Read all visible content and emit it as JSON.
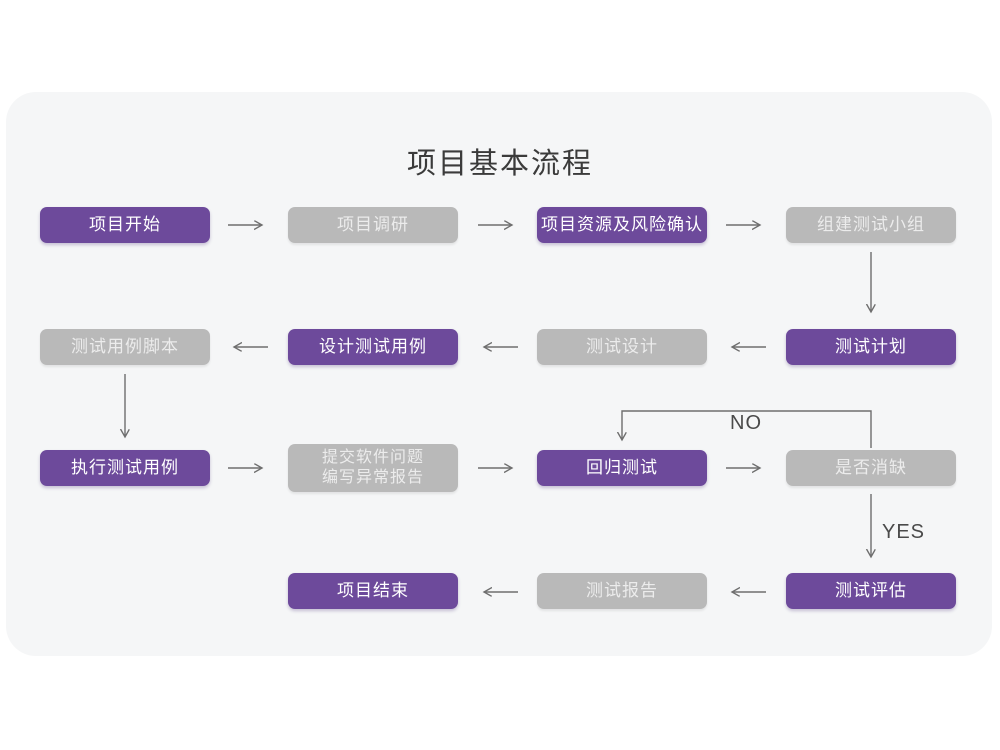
{
  "title": "项目基本流程",
  "colors": {
    "accent_purple": "#6d4a9b",
    "node_gray": "#b9b9b9",
    "card_background": "#f5f6f7",
    "arrow": "#6e6e6e"
  },
  "nodes": [
    {
      "id": "project-start",
      "label": "项目开始",
      "variant": "purple"
    },
    {
      "id": "project-research",
      "label": "项目调研",
      "variant": "gray"
    },
    {
      "id": "resources-risk",
      "label": "项目资源及风险确认",
      "variant": "purple"
    },
    {
      "id": "build-test-team",
      "label": "组建测试小组",
      "variant": "gray"
    },
    {
      "id": "test-plan",
      "label": "测试计划",
      "variant": "purple"
    },
    {
      "id": "test-design",
      "label": "测试设计",
      "variant": "gray"
    },
    {
      "id": "design-test-cases",
      "label": "设计测试用例",
      "variant": "purple"
    },
    {
      "id": "test-case-scripts",
      "label": "测试用例脚本",
      "variant": "gray"
    },
    {
      "id": "execute-test-cases",
      "label": "执行测试用例",
      "variant": "purple"
    },
    {
      "id": "submit-issues-report",
      "label": "提交软件问题",
      "label2": "编写异常报告",
      "variant": "gray"
    },
    {
      "id": "regression-test",
      "label": "回归测试",
      "variant": "purple"
    },
    {
      "id": "defect-cleared",
      "label": "是否消缺",
      "variant": "gray"
    },
    {
      "id": "test-evaluation",
      "label": "测试评估",
      "variant": "purple"
    },
    {
      "id": "test-report",
      "label": "测试报告",
      "variant": "gray"
    },
    {
      "id": "project-end",
      "label": "项目结束",
      "variant": "purple"
    }
  ],
  "edge_labels": {
    "no": "NO",
    "yes": "YES"
  }
}
